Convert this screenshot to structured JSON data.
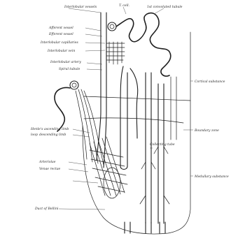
{
  "labels": {
    "top_left": "Interlobular vessels",
    "top_mid": "T. cell.",
    "top_right": "1st convoluted tubule",
    "afferent": "Afferent vessel",
    "efferent": "Efferent vessel",
    "interlobular_capillaries": "Interlobular capillaries",
    "interlobular_vein": "Interlobular vein",
    "interlobular_artery": "Interlobular artery",
    "spiral_tubule": "Spiral tubule",
    "cortical_substance": "Cortical substance",
    "boundary_zone": "Boundary zone",
    "henle_limb": "Henle's ascending limb",
    "henle_loop": "loop",
    "henle_desc": "descending limb",
    "collecting_tube": "Collecting tube",
    "arteriolae": "Arteriolae",
    "venae": "Venae rectae",
    "medullary": "Medullary substance",
    "papillary_duct": "Duct of Bellini"
  },
  "colors": {
    "ink": "#1e1e1e",
    "background": "#ffffff"
  }
}
